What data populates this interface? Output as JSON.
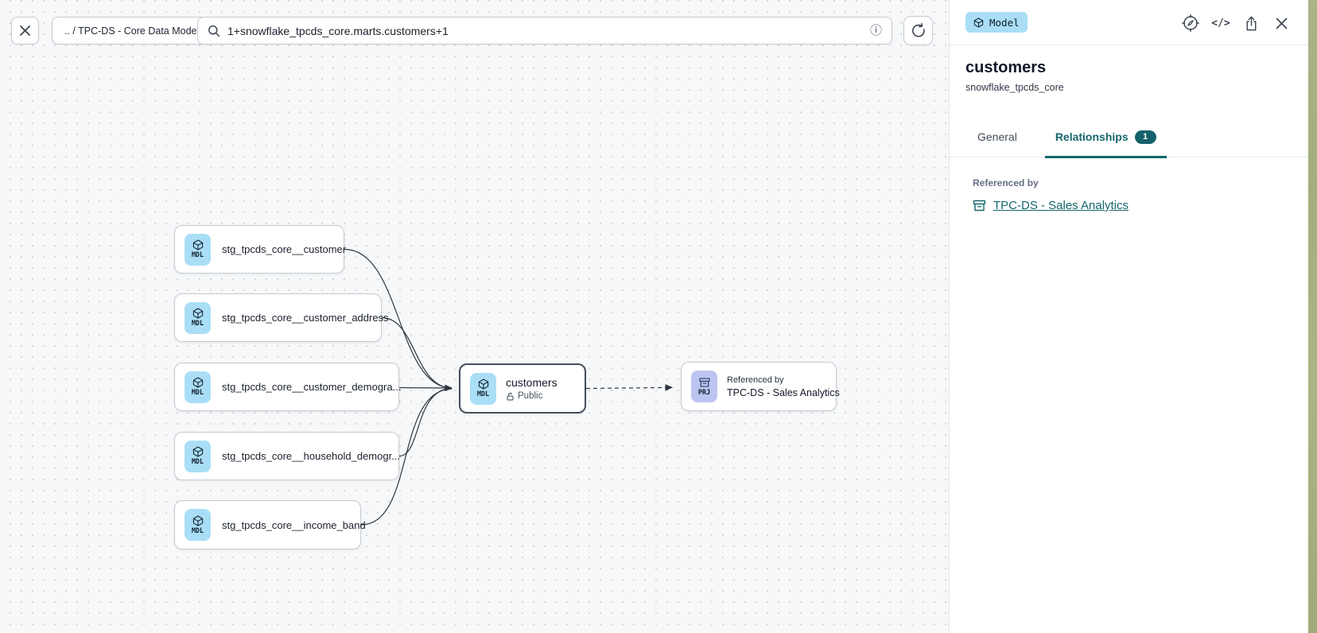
{
  "toolbar": {
    "breadcrumb": ".. / TPC-DS - Core Data Models",
    "search_value": "1+snowflake_tpcds_core.marts.customers+1",
    "info_icon": "ⓘ"
  },
  "graph": {
    "upstream": [
      {
        "label": "stg_tpcds_core__customer",
        "badge": "MDL"
      },
      {
        "label": "stg_tpcds_core__customer_address",
        "badge": "MDL"
      },
      {
        "label": "stg_tpcds_core__customer_demogra...",
        "badge": "MDL"
      },
      {
        "label": "stg_tpcds_core__household_demogr...",
        "badge": "MDL"
      },
      {
        "label": "stg_tpcds_core__income_band",
        "badge": "MDL"
      }
    ],
    "selected": {
      "name": "customers",
      "access": "Public",
      "badge": "MDL"
    },
    "downstream": {
      "caption": "Referenced by",
      "name": "TPC-DS - Sales Analytics",
      "badge": "PRJ"
    }
  },
  "panel": {
    "type_badge": "Model",
    "title": "customers",
    "subtitle": "snowflake_tpcds_core",
    "tabs": {
      "general": "General",
      "relationships": "Relationships",
      "relationships_count": "1"
    },
    "section_title": "Referenced by",
    "link": "TPC-DS - Sales Analytics",
    "code_icon": "</>"
  },
  "colors": {
    "accent_teal": "#15666d",
    "badge_teal": "#15616b",
    "model_badge_bg": "#a9def6",
    "project_badge_bg": "#bcc5f1",
    "canvas_bg": "#f7f8f9",
    "edge": "#2d3640",
    "desktop_edge_green": "#a5b081"
  }
}
